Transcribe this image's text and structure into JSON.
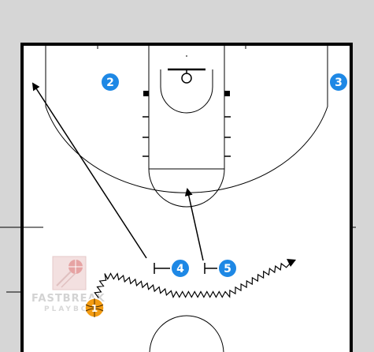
{
  "diagram": {
    "watermark": {
      "line1": "FASTBREAK",
      "line2": "PLAYBOOK"
    },
    "players": [
      {
        "id": "2",
        "label": "2",
        "color": "#1e88e5"
      },
      {
        "id": "3",
        "label": "3",
        "color": "#1e88e5"
      },
      {
        "id": "4",
        "label": "4",
        "color": "#1e88e5"
      },
      {
        "id": "5",
        "label": "5",
        "color": "#1e88e5"
      },
      {
        "id": "1",
        "label": "1",
        "color": "#f39c12",
        "has_ball": true
      }
    ],
    "colors": {
      "court_bg": "#ffffff",
      "outside_bg": "#d6d6d6",
      "line": "#000000",
      "player": "#1e88e5",
      "ball": "#f39c12"
    }
  }
}
